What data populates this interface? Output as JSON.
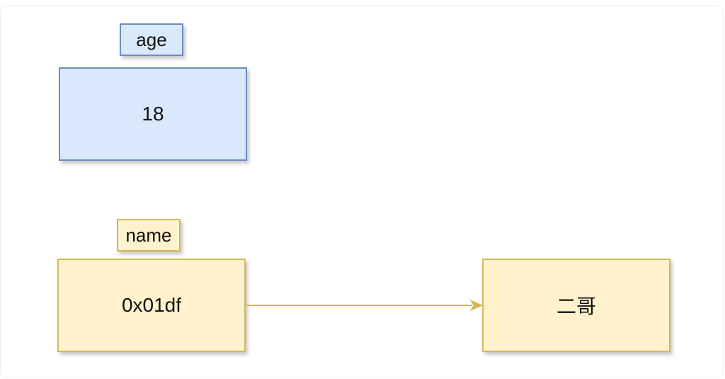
{
  "diagram": {
    "age": {
      "label": "age",
      "value": "18"
    },
    "name": {
      "label": "name",
      "value": "0x01df"
    },
    "target": {
      "value": "二哥"
    }
  },
  "colors": {
    "blue_fill": "#dae8fc",
    "blue_stroke": "#6c8ebf",
    "yellow_fill": "#fff2cc",
    "yellow_stroke": "#d6b656"
  }
}
